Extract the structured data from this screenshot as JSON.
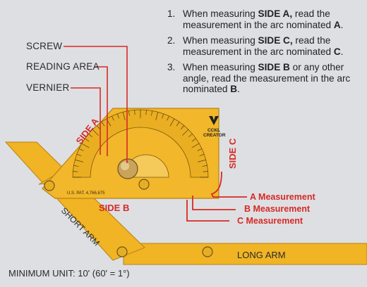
{
  "instructions": [
    {
      "number": "1.",
      "before": "When measuring ",
      "bold_side": "SIDE A,",
      "middle": " read the measurement in the arc nominated ",
      "bold_arc": "A",
      "after": "."
    },
    {
      "number": "2.",
      "before": "When measuring ",
      "bold_side": "SIDE C,",
      "middle": " read the measurement in the arc nominated ",
      "bold_arc": "C",
      "after": "."
    },
    {
      "number": "3.",
      "before": "When measuring ",
      "bold_side": "SIDE B",
      "middle": " or any other angle, read the measurement in the arc nominated ",
      "bold_arc": "B",
      "after": "."
    }
  ],
  "callouts": {
    "screw": "SCREW",
    "reading_area": "READING AREA",
    "vernier": "VERNIER"
  },
  "sides": {
    "side_a": "SIDE A",
    "side_b": "SIDE B",
    "side_c": "SIDE C"
  },
  "arms": {
    "short_arm": "SHORT ARM",
    "long_arm": "LONG ARM"
  },
  "measurements": {
    "a": "A Measurement",
    "b": "B Measurement",
    "c": "C Measurement"
  },
  "tool_print": {
    "patent": "U.S. PAT. 4,766,675",
    "brand_line1": "CCKL",
    "brand_line2": "CREATOR"
  },
  "footer": "MINIMUM UNIT: 10' (60' = 1°)",
  "colors": {
    "background": "#dedfe3",
    "tool_yellow": "#f0b424",
    "tool_edge": "#b98213",
    "callout_red": "#d62a24",
    "text": "#2a2a2a"
  }
}
